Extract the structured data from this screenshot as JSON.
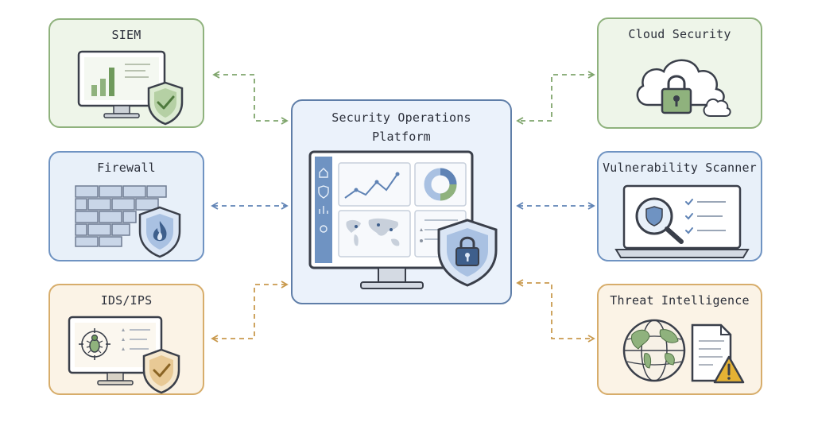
{
  "center": {
    "title_line1": "Security Operations",
    "title_line2": "Platform"
  },
  "nodes": {
    "siem": {
      "title": "SIEM"
    },
    "firewall": {
      "title": "Firewall"
    },
    "ids_ips": {
      "title": "IDS/IPS"
    },
    "cloud_security": {
      "title": "Cloud Security"
    },
    "vulnerability_scanner": {
      "title": "Vulnerability Scanner"
    },
    "threat_intelligence": {
      "title": "Threat Intelligence"
    }
  },
  "colors": {
    "green": "#7fa56c",
    "blue": "#5f83b5",
    "orange": "#c99a4e",
    "navy": "#3e5f8c",
    "warning": "#e5b234"
  },
  "icons": {
    "siem": [
      "monitor-icon",
      "bar-chart-icon",
      "shield-check-icon"
    ],
    "firewall": [
      "brick-wall-icon",
      "flame-shield-icon"
    ],
    "ids_ips": [
      "monitor-icon",
      "bug-target-icon",
      "shield-check-icon"
    ],
    "cloud_security": [
      "cloud-icon",
      "padlock-icon"
    ],
    "vulnerability_scanner": [
      "laptop-icon",
      "magnifier-shield-icon",
      "checklist-icon"
    ],
    "threat_intelligence": [
      "globe-icon",
      "document-icon",
      "warning-icon"
    ],
    "center": [
      "dashboard-monitor-icon",
      "line-chart-icon",
      "donut-chart-icon",
      "world-map-icon",
      "shield-lock-icon"
    ]
  }
}
